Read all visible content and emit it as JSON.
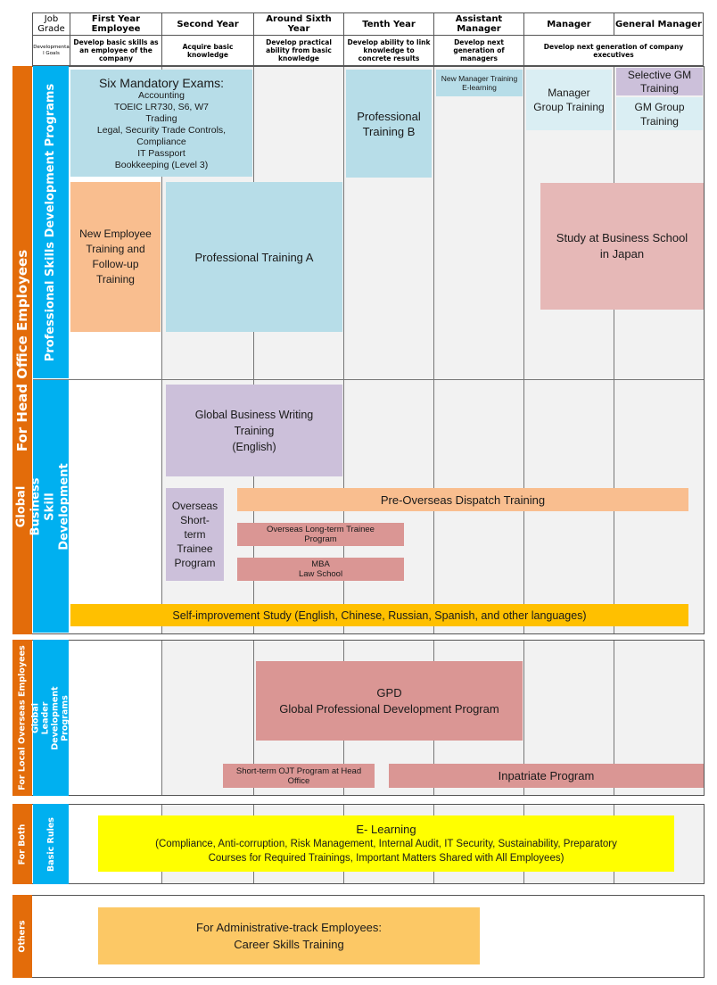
{
  "header": {
    "job_grade": "Job\nGrade",
    "dev_goals": "Developmenta\nl Goals",
    "columns": [
      {
        "title": "First Year\nEmployee",
        "goal": "Develop basic skills as an employee of the company"
      },
      {
        "title": "Second Year",
        "goal": "Acquire basic knowledge"
      },
      {
        "title": "Around Sixth Year",
        "goal": "Develop practical ability from basic knowledge"
      },
      {
        "title": "Tenth Year",
        "goal": "Develop ability to link knowledge to concrete results"
      },
      {
        "title": "Assistant Manager",
        "goal": "Develop next generation of managers"
      },
      {
        "title": "Manager",
        "goal": "Develop next generation of company executives"
      },
      {
        "title": "General Manager",
        "goal": ""
      }
    ]
  },
  "sections": {
    "head_office": "For Head Office Employees",
    "professional": "Professional Skills Development Programs",
    "global_business": "Global Business Skill Development\nTraining",
    "local_overseas": "For Local Overseas Employees",
    "global_leader": "Global Leader Development\nPrograms",
    "for_both": "For Both",
    "basic_rules": "Basic Rules",
    "others": "Others"
  },
  "programs": {
    "six_exams_title": "Six Mandatory Exams:",
    "six_exams_list": "Accounting\nTOEIC LR730, S6, W7\nTrading\nLegal, Security Trade Controls,\nCompliance\nIT Passport\nBookkeeping (Level 3)",
    "professional_b": "Professional\nTraining B",
    "new_manager": "New Manager Training\nE-learning",
    "manager_group": "Manager\nGroup Training",
    "selective_gm": "Selective GM\nTraining",
    "gm_group": "GM Group\nTraining",
    "new_employee": "New Employee\nTraining and\nFollow-up\nTraining",
    "professional_a": "Professional Training A",
    "business_school": "Study at Business School\nin Japan",
    "writing": "Global Business Writing\nTraining\n(English)",
    "overseas_short": "Overseas\nShort-\nterm\nTrainee\nProgram",
    "pre_overseas": "Pre-Overseas Dispatch Training",
    "overseas_long": "Overseas Long-term Trainee\nProgram",
    "mba": "MBA\nLaw School",
    "self_improvement": "Self-improvement Study (English, Chinese, Russian, Spanish, and other languages)",
    "gpd": "GPD\nGlobal Professional Development Program",
    "short_ojt": "Short-term OJT Program at Head\nOffice",
    "inpatriate": "Inpatriate Program",
    "elearning_title": "E- Learning",
    "elearning_detail": "(Compliance, Anti-corruption, Risk Management, Internal Audit, IT Security, Sustainability, Preparatory\nCourses for Required Trainings, Important Matters Shared with All Employees)",
    "admin_career": "For Administrative-track Employees:\nCareer Skills Training"
  },
  "colors": {
    "orange_label": "#e36c0a",
    "blue_label": "#00b0f0",
    "light_blue": "#b7dde8",
    "salmon": "#f9be8f",
    "pink": "#e6b8b7",
    "lavender": "#ccc0da",
    "rose": "#da9694",
    "gold": "#ffc000",
    "yellow": "#ffff00",
    "light_orange": "#fcc865"
  }
}
